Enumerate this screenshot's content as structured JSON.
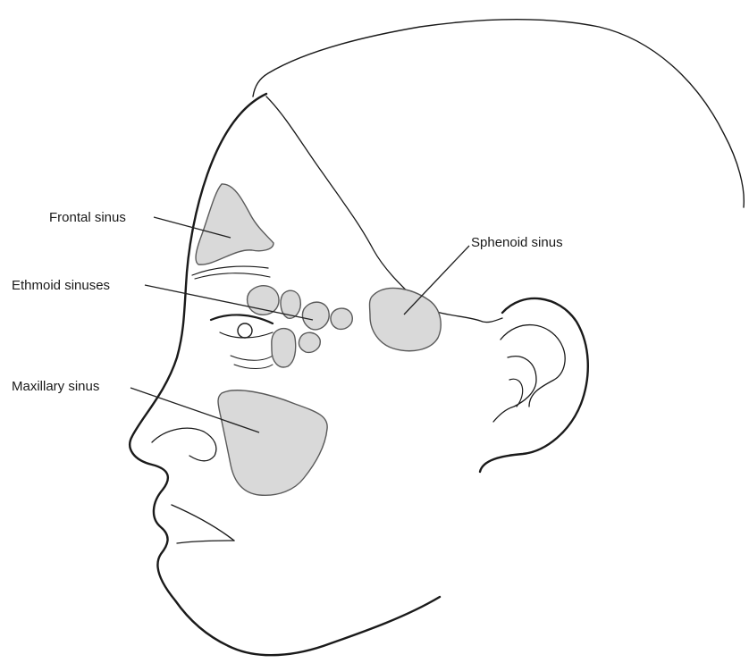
{
  "labels": {
    "frontal": "Frontal sinus",
    "ethmoid": "Ethmoid sinuses",
    "maxillary": "Maxillary sinus",
    "sphenoid": "Sphenoid sinus"
  },
  "colors": {
    "sinus_fill": "#d9d9d9",
    "outline": "#1a1a1a"
  }
}
